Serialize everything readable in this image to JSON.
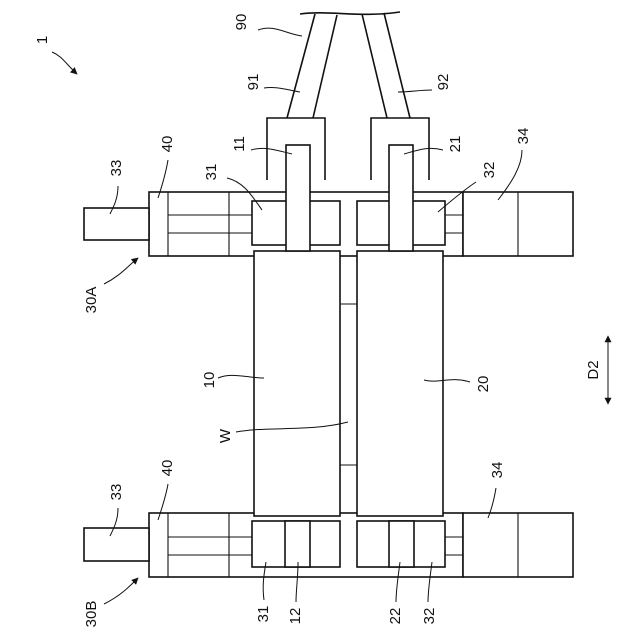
{
  "figure": {
    "ref_assembly": "1",
    "labels": {
      "l90": "90",
      "l91": "91",
      "l92": "92",
      "l11": "11",
      "l21": "21",
      "l31_top": "31",
      "l32_top": "32",
      "l33_top": "33",
      "l40_top": "40",
      "l34_top": "34",
      "l30A": "30A",
      "l10": "10",
      "l20": "20",
      "lW": "W",
      "lD2": "D2",
      "l33_bot": "33",
      "l40_bot": "40",
      "l34_bot": "34",
      "l30B": "30B",
      "l31_bot": "31",
      "l12": "12",
      "l22": "22",
      "l32_bot": "32"
    }
  }
}
